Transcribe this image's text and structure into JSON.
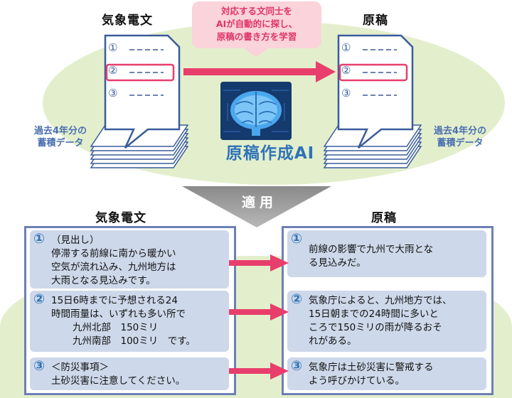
{
  "top": {
    "left_title": "気象電文",
    "right_title": "原稿",
    "bubble": [
      "対応する文同士を",
      "AIが自動的に探し、",
      "原稿の書き方を学習"
    ],
    "left_note": [
      "過去4年分の",
      "蓄積データ"
    ],
    "right_note": [
      "過去4年分の",
      "蓄積データ"
    ],
    "ai_label": "原稿作成AI",
    "doc_markers": [
      "①",
      "②",
      "③"
    ]
  },
  "apply_label": "適用",
  "bottom": {
    "left_title": "気象電文",
    "right_title": "原稿",
    "left_items": [
      {
        "num": "①",
        "lines": [
          "（見出し）",
          "停滞する前線に南から暖かい",
          "空気が流れ込み、九州地方は",
          "大雨となる見込みです。"
        ]
      },
      {
        "num": "②",
        "lines": [
          "15日6時までに予想される24",
          "時間雨量は、いずれも多い所で",
          "九州北部　150ミリ",
          "九州南部　100ミリ　です。"
        ]
      },
      {
        "num": "③",
        "lines": [
          "＜防災事項＞",
          "土砂災害に注意してください。"
        ]
      }
    ],
    "right_items": [
      {
        "num": "①",
        "lines": [
          "前線の影響で九州で大雨とな",
          "る見込みだ。"
        ]
      },
      {
        "num": "②",
        "lines": [
          "気象庁によると、九州地方では、",
          "15日朝までの24時間に多いと",
          "ころで150ミリの雨が降るおそ",
          "れがある。"
        ]
      },
      {
        "num": "③",
        "lines": [
          "気象庁は土砂災害に警戒する",
          "よう呼びかけている。"
        ]
      }
    ]
  },
  "colors": {
    "green_bg": "#e3efcc",
    "pink_arrow": "#e83e6c",
    "blue_text": "#2f72b8",
    "panel_border": "#6e7fb6",
    "item_fill": "#cdd8ea"
  }
}
